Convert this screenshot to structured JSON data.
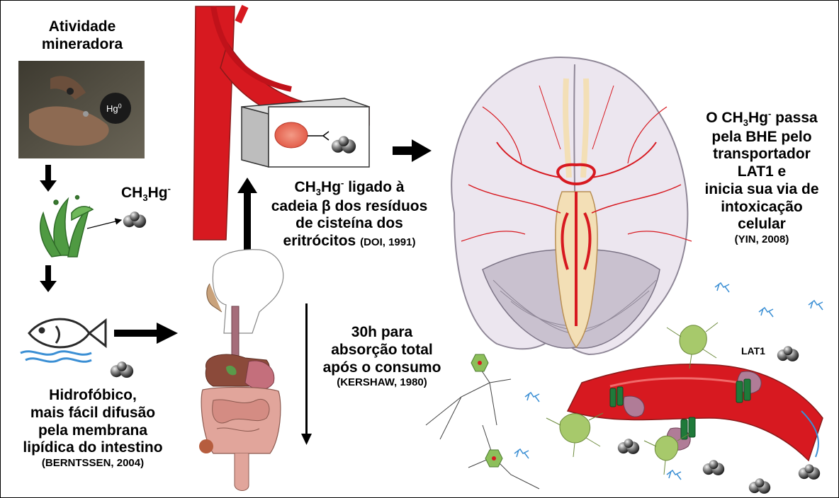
{
  "labels": {
    "mining_title_1": "Atividade",
    "mining_title_2": "mineradora",
    "mining_hg": "Hg",
    "mining_hg_sup": "0",
    "methyl_ch": "CH",
    "methyl_sub3": "3",
    "methyl_hg": "Hg",
    "methyl_sup": "-",
    "bound_l1_ch": "CH",
    "bound_l1_sub": "3",
    "bound_l1_hg": "Hg",
    "bound_l1_sup": "-",
    "bound_l1_rest": " ligado à",
    "bound_l2": "cadeia β dos resíduos",
    "bound_l3": "de cisteína dos",
    "bound_l4": "eritrócitos",
    "bound_ref": "(DOI, 1991)",
    "absorption_l1": "30h para",
    "absorption_l2": "absorção total",
    "absorption_l3": "após o consumo",
    "absorption_ref": "(KERSHAW, 1980)",
    "hydro_l1": "Hidrofóbico,",
    "hydro_l2": "mais fácil difusão",
    "hydro_l3": "pela membrana",
    "hydro_l4": "lipídica do intestino",
    "hydro_ref": "(BERNTSSEN, 2004)",
    "bhe_l1_o": "O CH",
    "bhe_l1_sub": "3",
    "bhe_l1_hg": "Hg",
    "bhe_l1_sup": "-",
    "bhe_l1_rest": " passa",
    "bhe_l2": "pela BHE pelo",
    "bhe_l3": "transportador",
    "bhe_l4": "LAT1 e",
    "bhe_l5": "inicia sua via de",
    "bhe_l6": "intoxicação",
    "bhe_l7": "celular",
    "bhe_ref": "(YIN, 2008)",
    "lat1_tag": "LAT1"
  },
  "colors": {
    "blood_red": "#d71920",
    "vessel_outline": "#8a1a1a",
    "brain_fill": "#ece6ef",
    "brain_edge": "#8f8797",
    "astrocyte": "#a7c96b",
    "neuron_body": "#8cbf5a",
    "transporter": "#1f7a3a",
    "organ_tan": "#c9a27b",
    "hg_ball": "#555555"
  }
}
